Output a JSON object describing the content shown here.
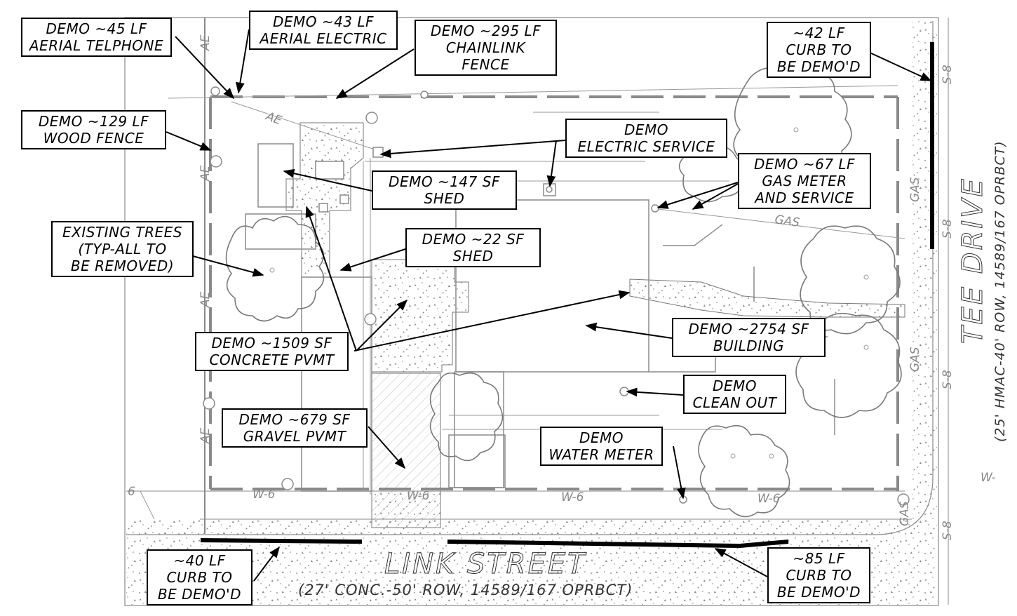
{
  "colors": {
    "line_gray": "#8a8a8a",
    "heavy": "#000000",
    "label_border": "#000000",
    "background": "#ffffff"
  },
  "street": {
    "name": "LINK STREET",
    "details": "(27' CONC.-50' ROW, 14589/167 OPRBCT)"
  },
  "side_street": {
    "name": "TEE DRIVE",
    "details": "(25' HMAC-40' ROW, 14589/167 OPRBCT)"
  },
  "utility_tags": {
    "sewer": "S-8",
    "water": "W-6",
    "water_edge": "W-",
    "gas": "GAS",
    "aerial_electric": "AE",
    "six": "6"
  },
  "labels": {
    "aerial_telephone": [
      "DEMO ~45 LF",
      "AERIAL TELPHONE"
    ],
    "aerial_electric": [
      "DEMO ~43 LF",
      "AERIAL ELECTRIC"
    ],
    "chainlink": [
      "DEMO ~295 LF",
      "CHAINLINK",
      "FENCE"
    ],
    "curb_42": [
      "~42 LF",
      "CURB TO",
      "BE DEMO'D"
    ],
    "wood_fence": [
      "DEMO ~129 LF",
      "WOOD FENCE"
    ],
    "electric_service": [
      "DEMO",
      "ELECTRIC SERVICE"
    ],
    "shed_147": [
      "DEMO ~147 SF",
      "SHED"
    ],
    "gas_meter": [
      "DEMO ~67 LF",
      "GAS METER",
      "AND SERVICE"
    ],
    "trees": [
      "EXISTING TREES",
      "(TYP-ALL TO",
      "BE REMOVED)"
    ],
    "shed_22": [
      "DEMO ~22 SF",
      "SHED"
    ],
    "building": [
      "DEMO ~2754 SF",
      "BUILDING"
    ],
    "concrete": [
      "DEMO ~1509 SF",
      "CONCRETE PVMT"
    ],
    "clean_out": [
      "DEMO",
      "CLEAN OUT"
    ],
    "gravel": [
      "DEMO ~679 SF",
      "GRAVEL PVMT"
    ],
    "water_meter": [
      "DEMO",
      "WATER METER"
    ],
    "curb_40": [
      "~40 LF",
      "CURB TO",
      "BE DEMO'D"
    ],
    "curb_85": [
      "~85 LF",
      "CURB TO",
      "BE DEMO'D"
    ]
  }
}
